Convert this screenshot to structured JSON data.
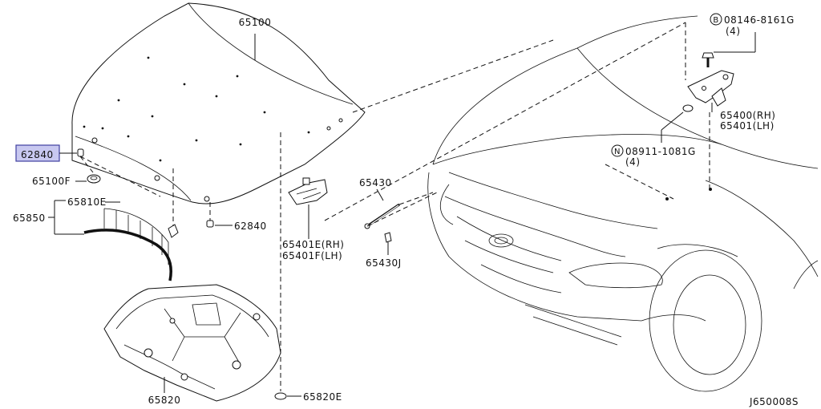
{
  "diagram_code": "J650008S",
  "highlighted_part": "62840",
  "labels": {
    "hood": "65100",
    "insulator_clip_tl": "62840",
    "bumper_rubber": "65100F",
    "insulator_group": "65850",
    "insulator_clip": "65810E",
    "hood_clip": "62840",
    "hood_lock_rh": "65401E(RH)",
    "hood_lock_lh": "65401F(LH)",
    "stay_rod": "65430",
    "stay_clip": "65430J",
    "bolt": "08146-8161G",
    "bolt_qty": "(4)",
    "hinge_rh": "65400(RH)",
    "hinge_lh": "65401(LH)",
    "nut": "08911-1081G",
    "nut_qty": "(4)",
    "insulator": "65820",
    "insulator_fastener": "65820E"
  },
  "icons": {
    "bolt_marker": "B-circle-icon",
    "nut_marker": "N-circle-icon"
  },
  "colors": {
    "highlight": "#c8c8f0",
    "line": "#111111"
  }
}
